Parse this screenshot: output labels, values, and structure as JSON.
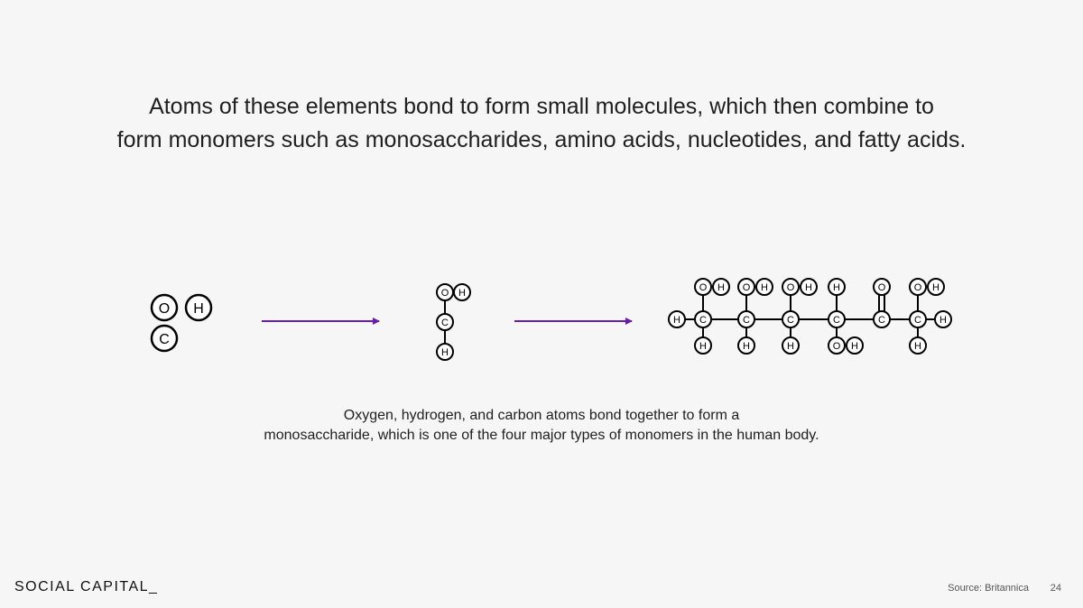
{
  "headline": {
    "line1": "Atoms of these elements bond to form small molecules, which then combine to",
    "line2": "form monomers such as monosaccharides, amino acids, nucleotides, and fatty acids."
  },
  "caption": {
    "line1": "Oxygen, hydrogen, and carbon atoms bond together to form a",
    "line2": "monosaccharide, which is one of the four major types of monomers in the human body."
  },
  "atoms": {
    "oxygen": "O",
    "hydrogen": "H",
    "carbon": "C"
  },
  "colors": {
    "arrow": "#6a1bb0",
    "background": "#f6f6f6",
    "ink": "#000000"
  },
  "footer": {
    "logo": "SOCIAL CAPITAL_",
    "source": "Source: Britannica",
    "page": "24"
  }
}
